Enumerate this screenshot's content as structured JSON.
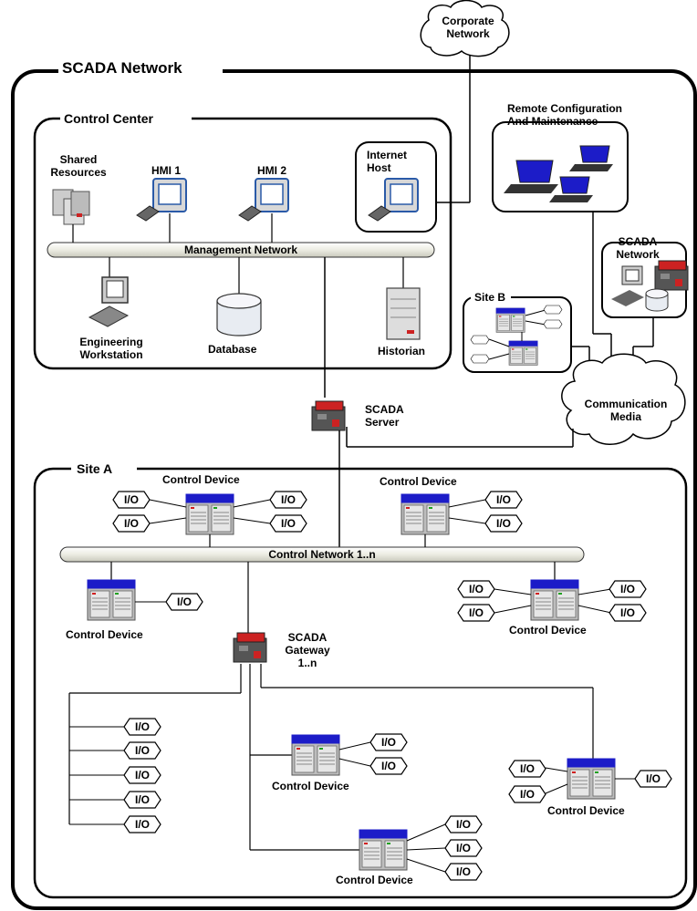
{
  "scada_network": {
    "title": "SCADA Network"
  },
  "corporate_network": {
    "label": "Corporate Network"
  },
  "control_center": {
    "title": "Control Center",
    "shared_resources": "Shared Resources",
    "hmi1": "HMI 1",
    "hmi2": "HMI 2",
    "internet_host": "Internet Host",
    "management_network": "Management Network",
    "engineering_workstation": "Engineering Workstation",
    "database": "Database",
    "historian": "Historian"
  },
  "remote": {
    "label": "Remote Configuration And Maintenance"
  },
  "remote_scada": {
    "label": "SCADA Network"
  },
  "site_b": {
    "title": "Site B"
  },
  "communication_media": {
    "label": "Communication Media"
  },
  "scada_server": {
    "label": "SCADA Server"
  },
  "site_a": {
    "title": "Site A",
    "control_network": "Control Network 1..n",
    "scada_gateway": "SCADA Gateway 1..n",
    "control_device": "Control Device",
    "io": "I/O"
  },
  "colors": {
    "device_header": "#1c1cc8",
    "device_body": "#c8c8c8",
    "line": "#000000",
    "bus_fill": "#f0f0e8"
  }
}
